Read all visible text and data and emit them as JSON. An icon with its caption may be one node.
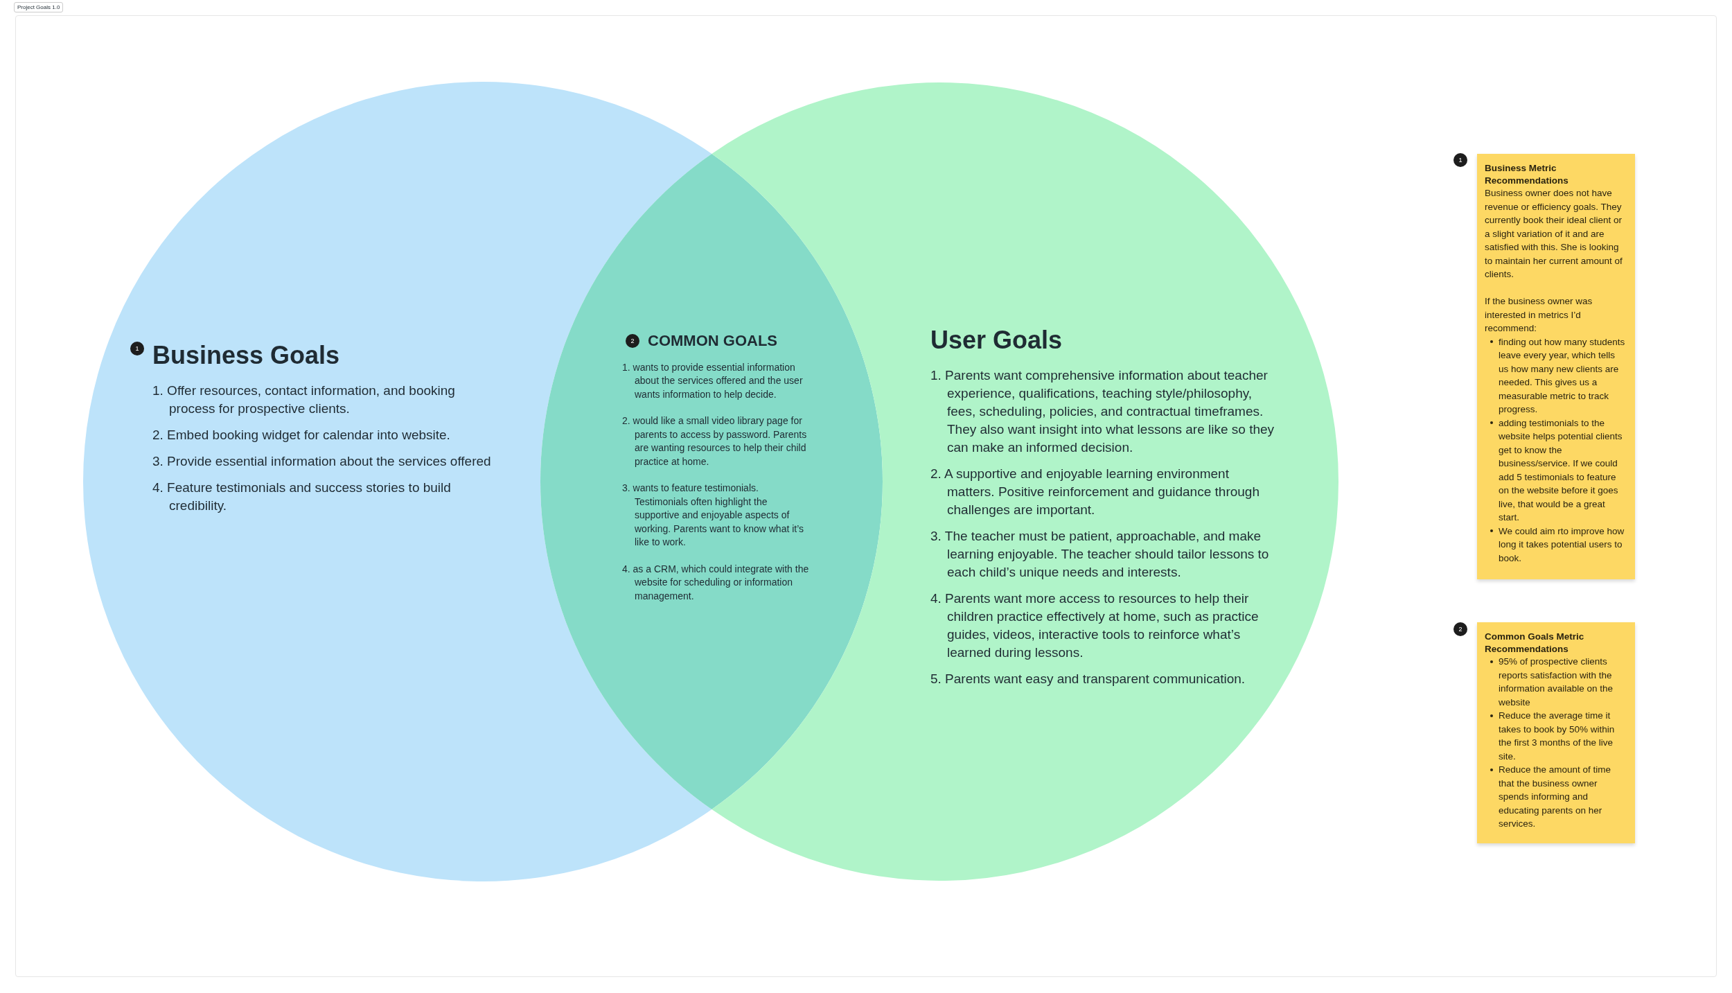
{
  "diagram": {
    "title": "Project Goals 1.0",
    "nodes": [
      {
        "text": [
          "Business Goals",
          "1. Offer resources, contact information, and booking process for prospective clients.",
          "2. Embed booking widget for calendar into website.",
          "3. Provide essential information about the services offered",
          "4. Feature testimonials and success stories to build credibility."
        ]
      },
      {
        "text": [
          "COMMON GOALS",
          "1. wants to provide essential information about the services offered and the user wants information to help decide.",
          "2. would like a small video library page for parents to access by password. Parents are wanting resources to help their child practice at home.",
          "3. wants to feature testimonials. Testimonials often highlight the supportive and enjoyable aspects of working. Parents want to know what it’s like to work.",
          "4. as a CRM, which could integrate with the website for scheduling or information management."
        ]
      },
      {
        "text": [
          "User Goals",
          "1. Parents want comprehensive information about teacher experience, qualifications, teaching style/philosophy, fees, scheduling, policies, and contractual timeframes. They also want insight into what lessons are like so they can make an informed decision.",
          "2. A supportive and enjoyable learning environment matters. Positive reinforcement and guidance through challenges are important.",
          "3. The teacher must be patient, approachable, and make learning enjoyable. The teacher should tailor lessons to each child’s unique needs and interests.",
          "4. Parents want more access to resources to help their children practice effectively at home, such as practice guides, videos, interactive tools to reinforce what’s learned during lessons.",
          "5. Parents want easy and transparent communication."
        ]
      },
      {
        "text": [
          "Business Metric Recommendations",
          "Business owner does not have revenue or efficiency goals. They currently book their ideal client or a slight variation of it and are satisfied with this.  She is looking to maintain her current amount of clients.",
          "If the business owner was interested in metrics I’d recommend:",
          "finding out how many students leave every year, which tells us how many new clients are needed. This gives us a measurable metric to track progress.",
          "adding testimonials to the website helps potential clients get to know the business/service. If we could add 5 testimonials to feature on the website before it goes live, that would be a great start.",
          "We could aim rto improve how long it takes potential users to book."
        ]
      },
      {
        "text": [
          "Common Goals Metric Recommendations",
          "95% of prospective clients reports satisfaction with the information available on the website",
          "Reduce the average time it takes to book by 50% within the first 3 months of the live site.",
          "Reduce the amount of time that the business owner spends informing and educating parents on her services."
        ]
      }
    ],
    "labels": [
      "1",
      "2",
      "1",
      "2"
    ]
  }
}
